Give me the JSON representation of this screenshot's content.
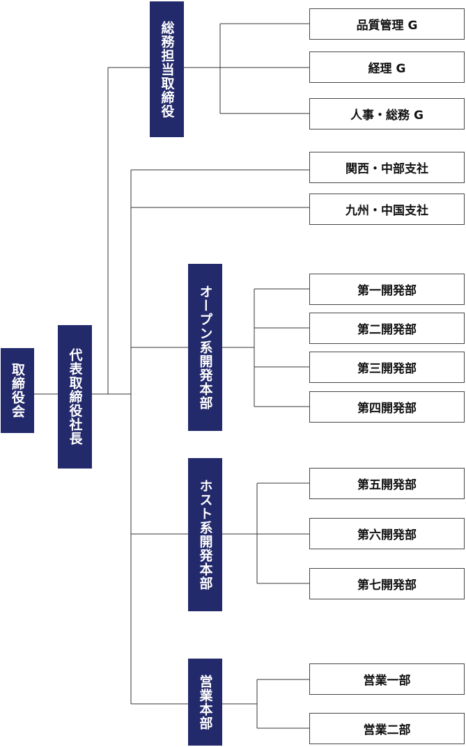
{
  "colors": {
    "executive_fill": "#232a6c",
    "executive_text": "#ffffff",
    "box_border": "#444444",
    "line": "#333333"
  },
  "board": "取締役会",
  "president": "代表取締役社長",
  "general_affairs_director": {
    "label": "総務担当取締役",
    "groups": [
      "品質管理 G",
      "経理 G",
      "人事・総務 G"
    ]
  },
  "branches": [
    "関西・中部支社",
    "九州・中国支社"
  ],
  "divisions": [
    {
      "label": "オープン系開発本部",
      "departments": [
        "第一開発部",
        "第二開発部",
        "第三開発部",
        "第四開発部"
      ]
    },
    {
      "label": "ホスト系開発本部",
      "departments": [
        "第五開発部",
        "第六開発部",
        "第七開発部"
      ]
    },
    {
      "label": "営業本部",
      "departments": [
        "営業一部",
        "営業二部"
      ]
    }
  ]
}
